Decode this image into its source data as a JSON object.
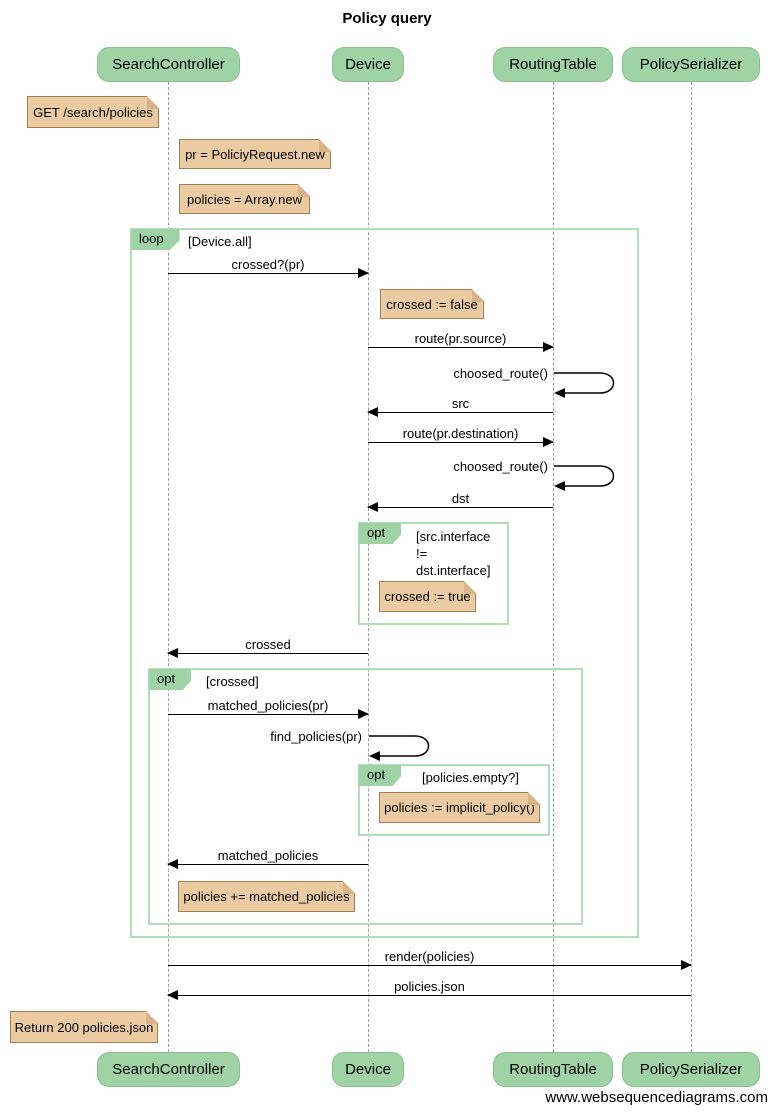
{
  "title": "Policy query",
  "footer": "www.websequencediagrams.com",
  "colors": {
    "actor_fill": "#9fd2a5",
    "frame_border": "#b3dcb9",
    "note_fill": "#eccba3",
    "note_border": "#a08050",
    "lifeline": "#9b9b9b"
  },
  "actors": [
    {
      "name": "SearchController"
    },
    {
      "name": "Device"
    },
    {
      "name": "RoutingTable"
    },
    {
      "name": "PolicySerializer"
    }
  ],
  "frames": {
    "loop": {
      "label": "loop",
      "condition": "[Device.all]"
    },
    "opt_interface": {
      "label": "opt",
      "condition": "[src.interface\n!=\ndst.interface]"
    },
    "opt_crossed": {
      "label": "opt",
      "condition": "[crossed]"
    },
    "opt_empty": {
      "label": "opt",
      "condition": "[policies.empty?]"
    }
  },
  "notes": {
    "get_request": "GET /search/policies",
    "pr_new": "pr = PoliciyRequest.new",
    "policies_new": "policies = Array.new",
    "crossed_false": "crossed := false",
    "crossed_true": "crossed := true",
    "implicit_policy": "policies := implicit_policy()",
    "accumulate": "policies += matched_policies",
    "return_200": "Return 200 policies.json"
  },
  "messages": {
    "crossed_q": "crossed?(pr)",
    "route_src": "route(pr.source)",
    "choosed_route_1": "choosed_route()",
    "src": "src",
    "route_dst": "route(pr.destination)",
    "choosed_route_2": "choosed_route()",
    "dst": "dst",
    "crossed": "crossed",
    "matched_policies_pr": "matched_policies(pr)",
    "find_policies": "find_policies(pr)",
    "matched_policies": "matched_policies",
    "render_policies": "render(policies)",
    "policies_json": "policies.json"
  }
}
